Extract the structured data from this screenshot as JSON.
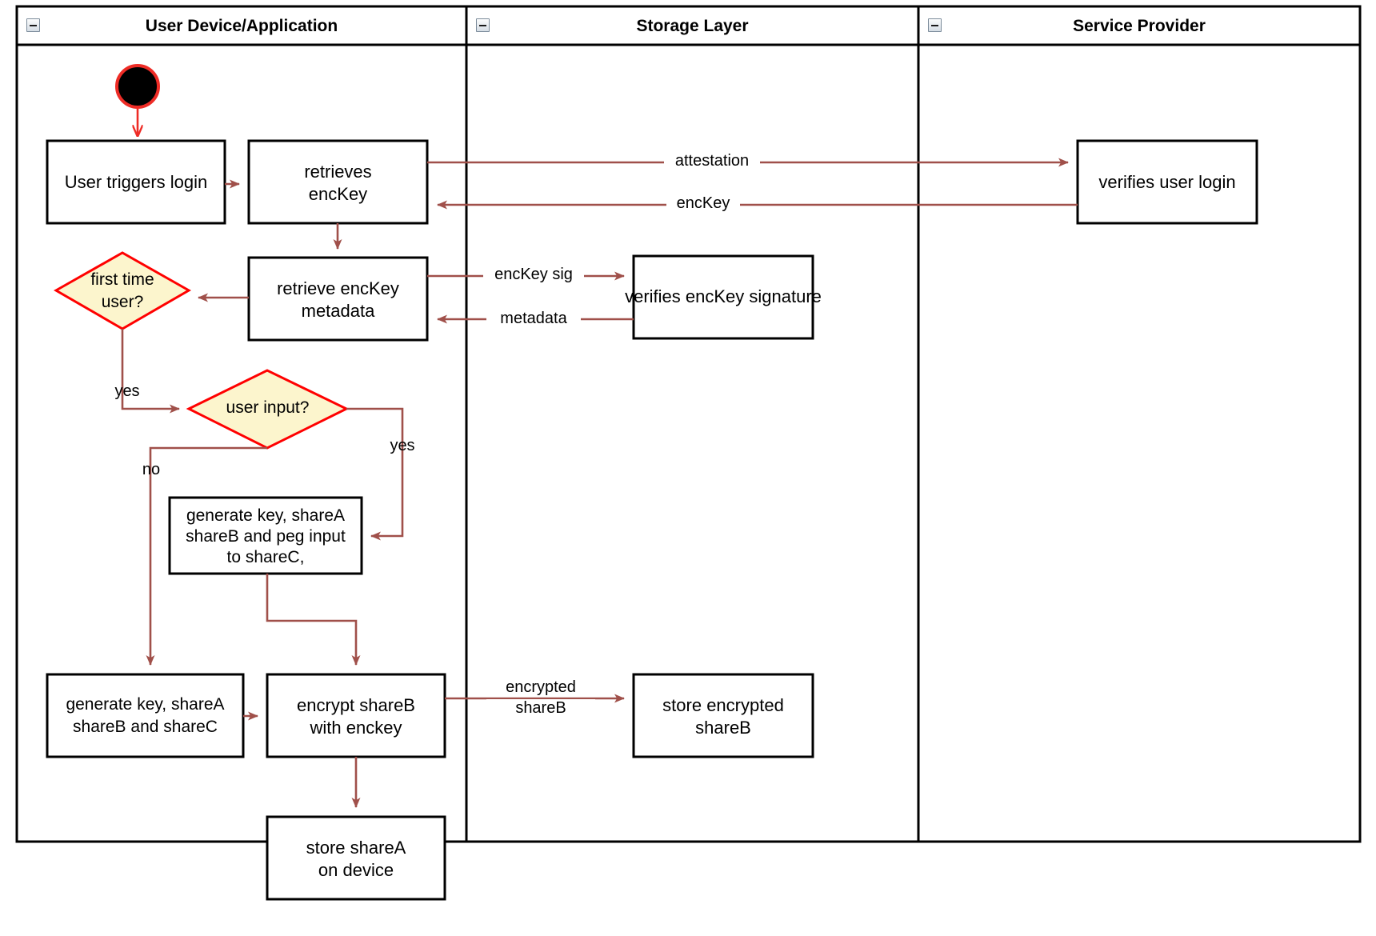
{
  "diagram": {
    "type": "uml-activity-swimlane",
    "colors": {
      "frame_border": "#000000",
      "node_border": "#000000",
      "node_fill": "#ffffff",
      "decision_border": "#ff0000",
      "decision_fill": "#fcf5cd",
      "flow_arrow": "#a0504a",
      "start_arrow": "#ee2c26",
      "start_node_fill": "#000000",
      "start_node_border": "#ee2c26",
      "text": "#000000"
    },
    "lanes": [
      {
        "id": "lane-user-device",
        "title": "User Device/Application",
        "icon": "collapse-icon"
      },
      {
        "id": "lane-storage",
        "title": "Storage Layer",
        "icon": "collapse-icon"
      },
      {
        "id": "lane-service-provider",
        "title": "Service Provider",
        "icon": "collapse-icon"
      }
    ],
    "nodes": [
      {
        "id": "start",
        "lane": 0,
        "shape": "initial-node",
        "label": ""
      },
      {
        "id": "user-triggers-login",
        "lane": 0,
        "shape": "action",
        "label": "User triggers login",
        "lines": [
          "User triggers login"
        ]
      },
      {
        "id": "retrieves-enckey",
        "lane": 0,
        "shape": "action",
        "label": "retrieves encKey",
        "lines": [
          "retrieves",
          "encKey"
        ]
      },
      {
        "id": "retrieve-enckey-metadata",
        "lane": 0,
        "shape": "action",
        "label": "retrieve encKey metadata",
        "lines": [
          "retrieve encKey",
          "metadata"
        ]
      },
      {
        "id": "first-time-user",
        "lane": 0,
        "shape": "decision",
        "label": "first time user?",
        "lines": [
          "first time",
          "user?"
        ]
      },
      {
        "id": "user-input",
        "lane": 0,
        "shape": "decision",
        "label": "user input?",
        "lines": [
          "user input?"
        ]
      },
      {
        "id": "generate-peg",
        "lane": 0,
        "shape": "action",
        "label": "generate key, shareA shareB and peg input to shareC,",
        "lines": [
          "generate key, shareA",
          "shareB and peg input",
          "to shareC,"
        ]
      },
      {
        "id": "generate-shares",
        "lane": 0,
        "shape": "action",
        "label": "generate key, shareA shareB and shareC",
        "lines": [
          "generate key, shareA",
          "shareB and shareC"
        ]
      },
      {
        "id": "encrypt-shareb",
        "lane": 0,
        "shape": "action",
        "label": "encrypt shareB with enckey",
        "lines": [
          "encrypt shareB",
          "with enckey"
        ]
      },
      {
        "id": "store-sharea",
        "lane": 0,
        "shape": "action",
        "label": "store shareA on device",
        "lines": [
          "store shareA",
          "on device"
        ]
      },
      {
        "id": "verifies-enckey-signature",
        "lane": 1,
        "shape": "action",
        "label": "verifies encKey signature",
        "lines": [
          "verifies encKey signature"
        ]
      },
      {
        "id": "store-encrypted-shareb",
        "lane": 1,
        "shape": "action",
        "label": "store encrypted shareB",
        "lines": [
          "store encrypted",
          "shareB"
        ]
      },
      {
        "id": "verifies-user-login",
        "lane": 2,
        "shape": "action",
        "label": "verifies user login",
        "lines": [
          "verifies user login"
        ]
      }
    ],
    "edges": [
      {
        "id": "e-start-login",
        "from": "start",
        "to": "user-triggers-login",
        "label": ""
      },
      {
        "id": "e-login-retrieves",
        "from": "user-triggers-login",
        "to": "retrieves-enckey",
        "label": ""
      },
      {
        "id": "e-attestation",
        "from": "retrieves-enckey",
        "to": "verifies-user-login",
        "label": "attestation"
      },
      {
        "id": "e-enckey-back",
        "from": "verifies-user-login",
        "to": "retrieves-enckey",
        "label": "encKey"
      },
      {
        "id": "e-retrieves-metadata",
        "from": "retrieves-enckey",
        "to": "retrieve-enckey-metadata",
        "label": ""
      },
      {
        "id": "e-enckey-sig",
        "from": "retrieve-enckey-metadata",
        "to": "verifies-enckey-signature",
        "label": "encKey sig"
      },
      {
        "id": "e-metadata-back",
        "from": "verifies-enckey-signature",
        "to": "retrieve-enckey-metadata",
        "label": "metadata"
      },
      {
        "id": "e-metadata-firsttime",
        "from": "retrieve-enckey-metadata",
        "to": "first-time-user",
        "label": ""
      },
      {
        "id": "e-firsttime-yes",
        "from": "first-time-user",
        "to": "user-input",
        "label": "yes"
      },
      {
        "id": "e-userinput-yes",
        "from": "user-input",
        "to": "generate-peg",
        "label": "yes"
      },
      {
        "id": "e-userinput-no",
        "from": "user-input",
        "to": "generate-shares",
        "label": "no"
      },
      {
        "id": "e-peg-encrypt",
        "from": "generate-peg",
        "to": "encrypt-shareb",
        "label": ""
      },
      {
        "id": "e-shares-encrypt",
        "from": "generate-shares",
        "to": "encrypt-shareb",
        "label": ""
      },
      {
        "id": "e-encrypted-shareb",
        "from": "encrypt-shareb",
        "to": "store-encrypted-shareb",
        "label": "encrypted shareB",
        "lines": [
          "encrypted",
          "shareB"
        ]
      },
      {
        "id": "e-encrypt-store-sharea",
        "from": "encrypt-shareb",
        "to": "store-sharea",
        "label": ""
      }
    ],
    "labels": {
      "attestation": "attestation",
      "enckey": "encKey",
      "enckey_sig": "encKey sig",
      "metadata": "metadata",
      "yes_first_time": "yes",
      "yes_user_input": "yes",
      "no_user_input": "no",
      "encrypted_shareb_line1": "encrypted",
      "encrypted_shareb_line2": "shareB"
    }
  }
}
